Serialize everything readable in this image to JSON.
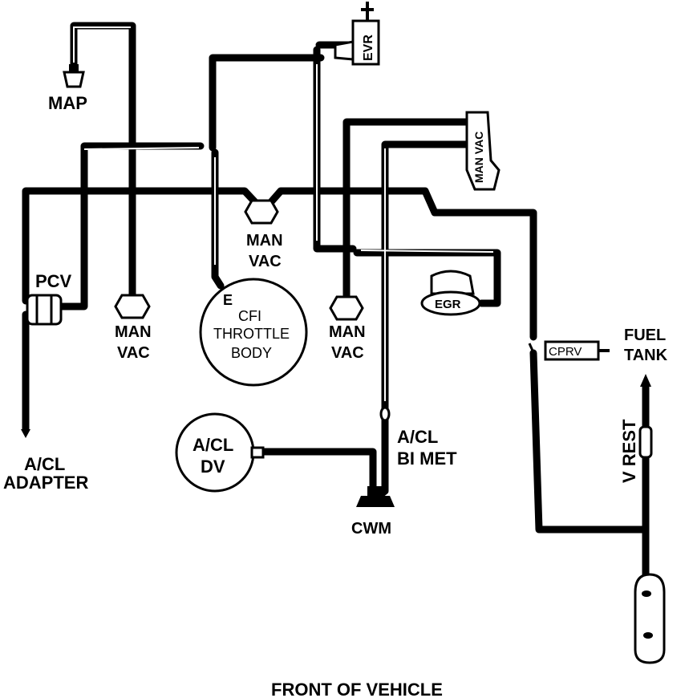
{
  "diagram": {
    "labels": {
      "map": "MAP",
      "pcv": "PCV",
      "man_vac": "MAN",
      "vac": "VAC",
      "cfi_e": "E",
      "cfi_1": "CFI",
      "cfi_2": "THROTTLE",
      "cfi_3": "BODY",
      "evr": "EVR",
      "man_vac_vertical": "MAN VAC",
      "egr": "EGR",
      "cprv": "CPRV",
      "fuel": "FUEL",
      "tank": "TANK",
      "v_rest": "V REST",
      "acl": "A/CL",
      "adapter": "ADAPTER",
      "dv": "DV",
      "bi_met": "BI MET",
      "cwm": "CWM",
      "front": "FRONT OF VEHICLE"
    }
  }
}
